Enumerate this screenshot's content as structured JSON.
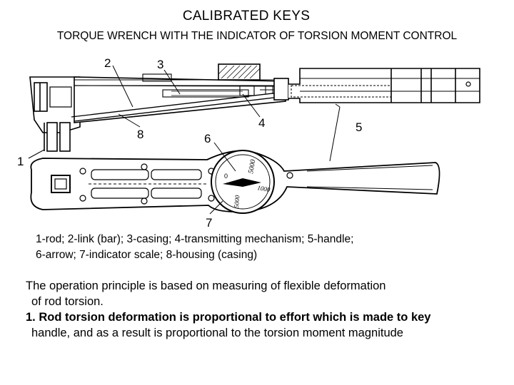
{
  "title": "CALIBRATED KEYS",
  "subtitle": "TORQUE WRENCH WITH THE INDICATOR OF TORSION MOMENT CONTROL",
  "diagram": {
    "labels": [
      "1",
      "2",
      "3",
      "4",
      "5",
      "6",
      "7",
      "8"
    ],
    "dial_marks": [
      "0",
      "5000",
      "1000",
      "5000"
    ]
  },
  "legend": {
    "line1": "1-rod; 2-link (bar); 3-casing; 4-transmitting mechanism; 5-handle;",
    "line2": "6-arrow; 7-indicator scale; 8-housing (casing)"
  },
  "description": {
    "line1": "The operation principle is based on measuring of flexible deformation",
    "line2": "of rod torsion.",
    "point_number": "1.",
    "point_line1": "Rod torsion deformation is proportional to effort which is made to key",
    "point_line2": "handle, and as a result is proportional to the torsion moment magnitude"
  }
}
